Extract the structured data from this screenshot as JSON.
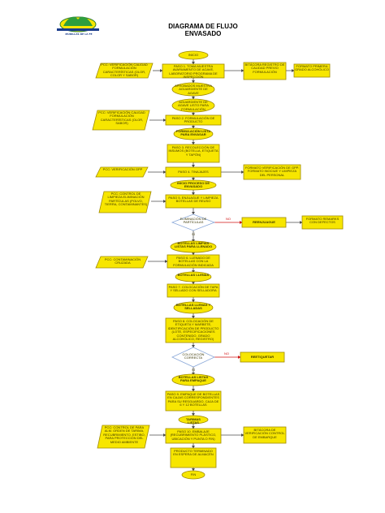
{
  "title_line1": "DIAGRAMA DE FLUJO",
  "title_line2": "ENVASADO",
  "logo_caption": "MURILLAS DE LA FÉ",
  "colors": {
    "fill": "#f7e600",
    "stroke": "#a08a00",
    "arrow": "#4d4d4d",
    "no_arrow": "#d11010",
    "diamond_stroke": "#8aa8d8"
  },
  "nodes": {
    "inicio": "INICIO",
    "paso1": "PASO 1. TOMA MUESTRA AVARIAMENTO DE AGAVE, LABORATORIO PROGRAMA DE INSPECCIÓN",
    "pcc1": "PCC: VERIFICACIÓN CALIDAD FORMULACIÓN CARACTERÍSTICAS (OLOR, COLOR Y SABOR)",
    "bitacora1": "BITÁCORA REGISTRO DE CALIDAD PREVIO FORMULACIÓN",
    "formato1": "FORMATO PRIMERA GRADO ALCOHÓLICO",
    "aprobados": "APROBADOS MUESTRA AGUARDIENTE DE AGAVE",
    "aguardiente_listo": "AGUARDIENTE DE AGAVE LISTO PARA FORMULACIÓN",
    "pcc2": "PCC: VERIFICACIÓN CALIDAD FORMULACIÓN CARACTERÍSTICAS (OLOR, SABOR)",
    "paso2": "PASO 2. FORMULACIÓN DE PRODUCTO",
    "formulacion_lista": "FORMULACIÓN LISTA PARA ENVASAR",
    "paso3": "PASO 3. RECOLECCIÓN DE INSUMOS (BOTELLA, ETIQUETA Y TAPÓN)",
    "pcc3": "PCC: VERIFICACIÓN GPP",
    "paso4": "PASO 4. TINAJAJES",
    "formato2": "FORMATO VERIFICACIÓN DE GPP. FORMATO INOCIUE Y LIMPIEZA DEL PERSONAL",
    "inicio_envasado": "INICIO PROCESO DE ENVASADO",
    "pcc4": "PCC: CONTROL DE LIMPIEZA ELIMINACIÓN PARTÍCULAS (POLVO, TIERRA, CONTAMINANTES)",
    "paso5": "PASO 5. ENJUAGUE Y LIMPIEZA BOTELLAS DE REUSO",
    "decision1": "ELIMINACIÓN DE PARTÍCULAS",
    "no1": "NO",
    "si1": "SÍ",
    "reenjuague": "REENJUAGUE",
    "formato3": "FORMATO REMARKS CON DEFECTOS",
    "botellas_limpias": "BOTELLAS LIMPIAS LISTAS PARA LLENADO",
    "pcc5": "PCC: CONTAMINACIÓN CRUZADA",
    "paso6": "PASO 6. LLENADO DE BOTELLAS CON LA FORMULACIÓN INDICADA",
    "botellas_llenas": "BOTELLAS LLENAS",
    "paso7": "PASO 7. COLOCACIÓN DE TAPA Y SELLADO CON SELLADORA",
    "botellas_llenas_selladas": "BOTELLAS LLENAS Y SELLADAS",
    "paso8": "PASO 8. COLOCACIÓN DE ETIQUETA Y MARBETE, IDENTIFICACIÓN DE PRODUCTO (LOTE, ESPECIFICACIONES CONTENIDO, GRADO ALCOHÓLICO, REGISTRO)",
    "decision2": "COLOCACIÓN CORRECTA",
    "no2": "NO",
    "si2": "SÍ",
    "reetiquetar": "REETIQUETAR",
    "botellas_listas": "BOTELLAS LISTAS PARA EMPAQUE",
    "paso9": "PASO 9. EMPAQUE DE BOTELLAS EN CAJAS CORRESPONDIENTES PARA SU RESGUARDO, CAJA DE 6 Y 12 BOTELLAS",
    "tarimas": "TARIMAS LISTAS",
    "pcc6": "PCC: CONTROL DE PARA ALM. ORDEN DE TARIMA, RECUBRIMIENTO, ESTIBO, PARA PROTECCIÓN DEL MEDIO AMBIENTE",
    "paso10": "PASO 10. EMBALAJE (RECUBRIMIENTO PLÁSTICO, UBICACIÓN Y PUNTA O FIN)",
    "bitacora2": "BITÁCORA DE VERIFICACIÓN CONTROL DE EMBARQUE",
    "producto_terminado": "PRODUCTO TERMINADO EN ESPERA DE ALMACÉN",
    "fin": "FIN"
  }
}
